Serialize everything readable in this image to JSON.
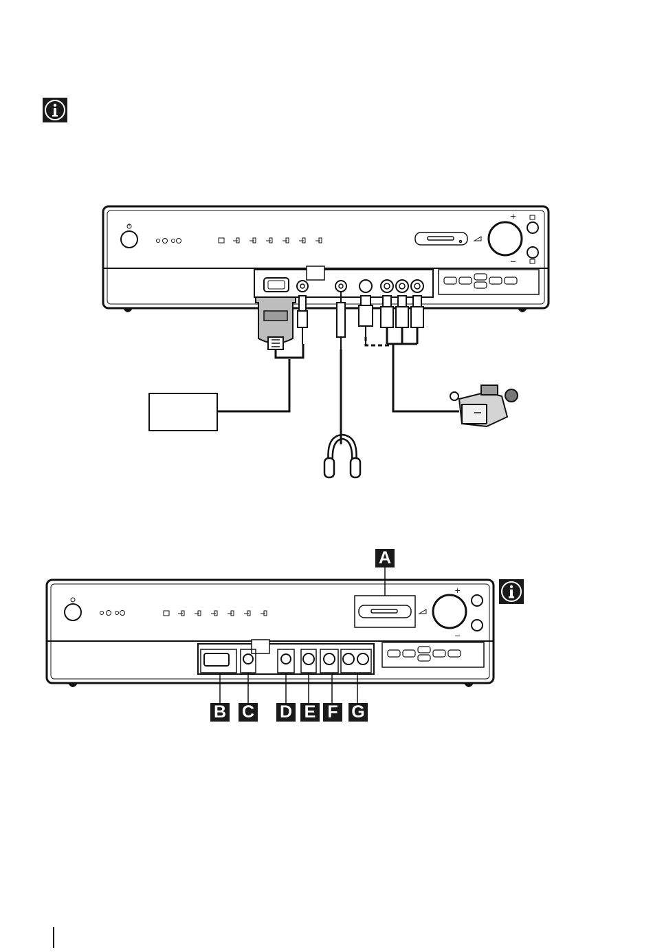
{
  "callouts": {
    "a": "A",
    "b": "B",
    "c": "C",
    "d": "D",
    "e": "E",
    "f": "F",
    "g": "G"
  },
  "icons": {
    "info": "info-icon",
    "power": "power-icon",
    "input": "input-icon",
    "headphones": "headphones-icon",
    "camcorder": "camcorder-icon"
  }
}
